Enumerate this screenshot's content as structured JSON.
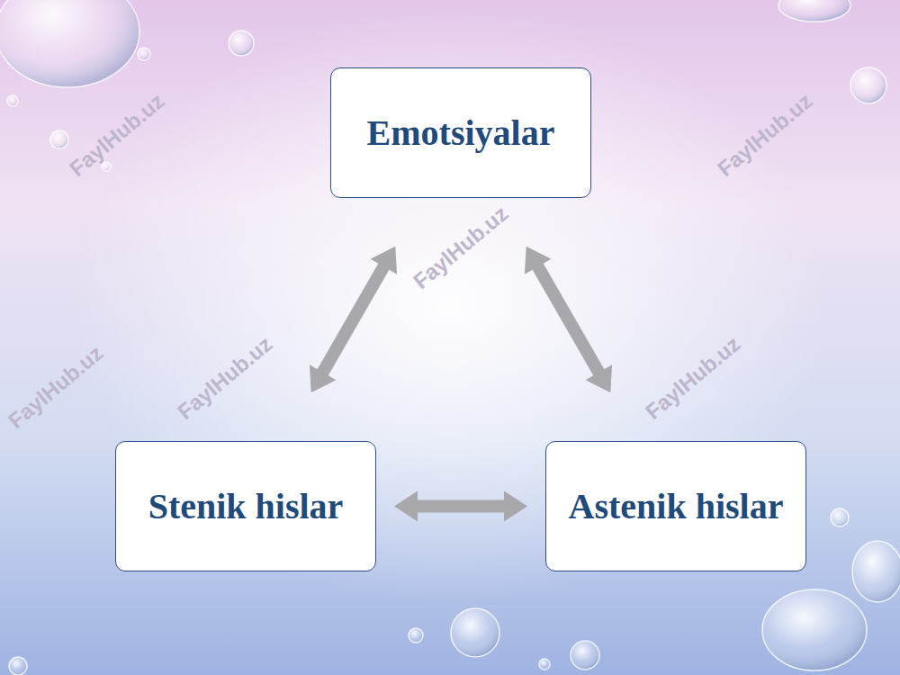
{
  "diagram": {
    "nodes": [
      {
        "text": [
          "Emotsiyalar"
        ]
      },
      {
        "text": [
          "Stenik hislar"
        ]
      },
      {
        "text": [
          "Astenik hislar"
        ]
      }
    ],
    "edges": [
      {
        "from": 0,
        "to": 1,
        "arrow": "both"
      },
      {
        "from": 0,
        "to": 2,
        "arrow": "both"
      },
      {
        "from": 1,
        "to": 2,
        "arrow": "both"
      }
    ],
    "labels": [
      "FaylHub.uz",
      "FaylHub.uz",
      "FaylHub.uz",
      "FaylHub.uz",
      "FaylHub.uz",
      "FaylHub.uz"
    ]
  }
}
